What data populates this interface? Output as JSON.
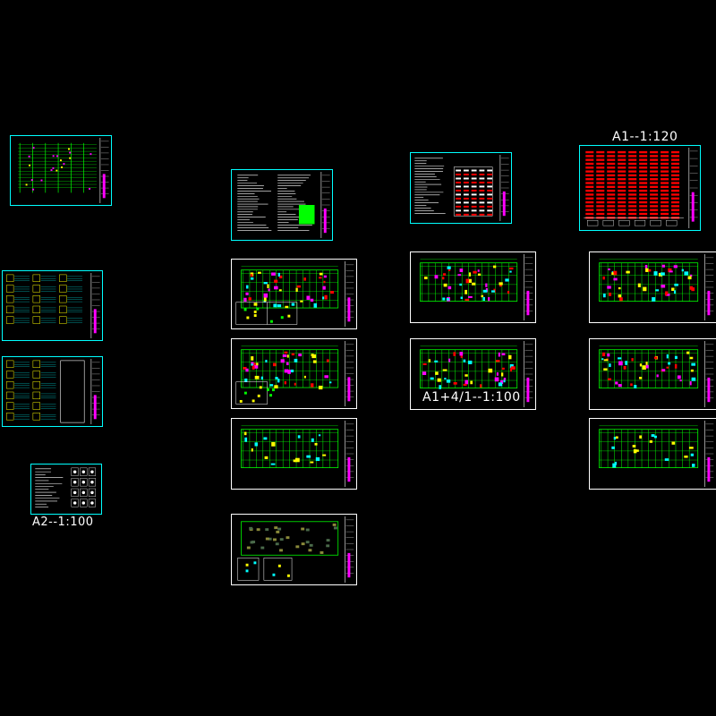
{
  "labels": {
    "a1_120": "A1--1:120",
    "a1_4_100": "A1+4/1--1:100",
    "a2_100": "A2--1:100"
  },
  "colors": {
    "background": "#000000",
    "frame": "#ffffff",
    "linework": "#00ff00",
    "accent_magenta": "#ff00ff",
    "accent_red": "#ff0000",
    "accent_cyan": "#00ffff",
    "accent_yellow": "#ffff00"
  },
  "sheets": [
    {
      "id": "system-diagram",
      "kind": "riser"
    },
    {
      "id": "wiring-sheet-1",
      "kind": "panel"
    },
    {
      "id": "wiring-sheet-2",
      "kind": "panel"
    },
    {
      "id": "legend-sheet",
      "kind": "legend"
    },
    {
      "id": "notes-sheet",
      "kind": "notes"
    },
    {
      "id": "plan-sheet-1",
      "kind": "plan"
    },
    {
      "id": "plan-sheet-2",
      "kind": "plan"
    },
    {
      "id": "plan-sheet-3",
      "kind": "plan"
    },
    {
      "id": "plan-sheet-4",
      "kind": "plan"
    },
    {
      "id": "schedule-sheet",
      "kind": "schedule"
    },
    {
      "id": "plan-sheet-5",
      "kind": "plan"
    },
    {
      "id": "plan-sheet-6",
      "kind": "plan"
    },
    {
      "id": "table-sheet",
      "kind": "table"
    },
    {
      "id": "plan-sheet-7",
      "kind": "plan"
    },
    {
      "id": "plan-sheet-8",
      "kind": "plan"
    },
    {
      "id": "plan-sheet-9",
      "kind": "plan"
    }
  ]
}
